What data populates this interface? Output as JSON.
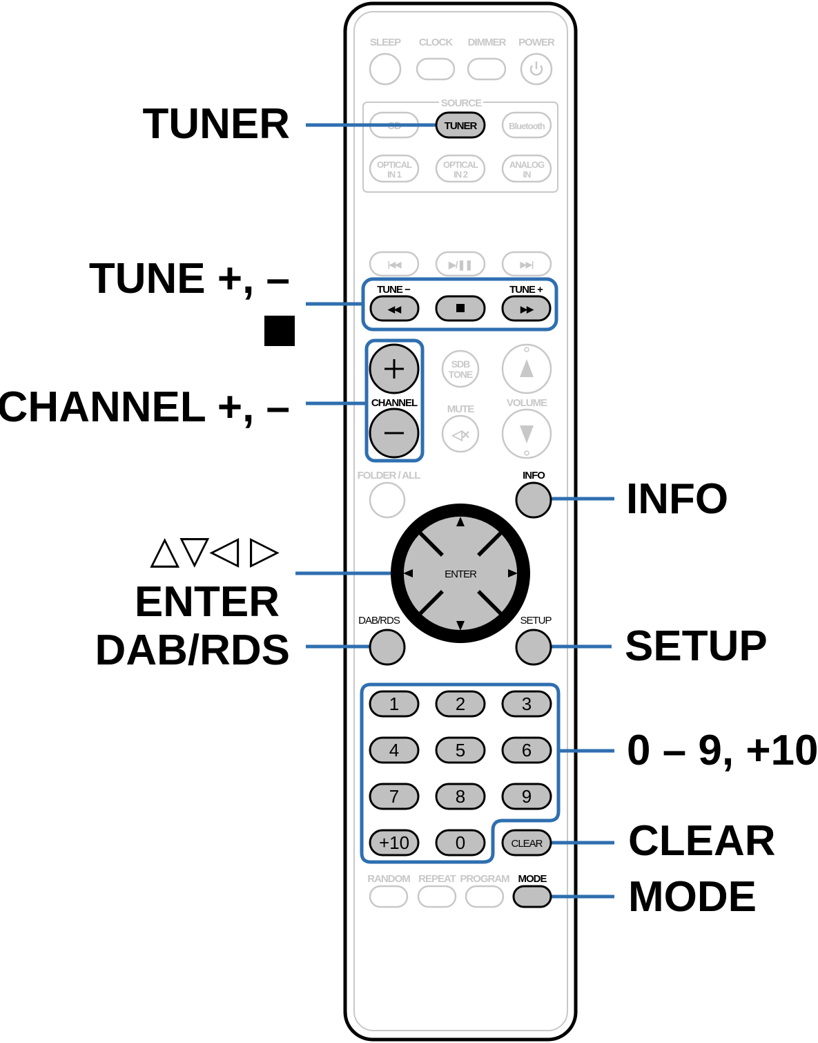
{
  "colors": {
    "accent": "#2e6fb0",
    "button_active": "#c0c0c0",
    "button_inactive": "#c8c8c8"
  },
  "remote": {
    "top_labels": [
      "SLEEP",
      "CLOCK",
      "DIMMER",
      "POWER"
    ],
    "source_label": "SOURCE",
    "source_row1": [
      "CD",
      "TUNER",
      "Bluetooth"
    ],
    "source_row2": [
      [
        "OPTICAL",
        "IN 1"
      ],
      [
        "OPTICAL",
        "IN 2"
      ],
      [
        "ANALOG",
        "IN"
      ]
    ],
    "tune_minus": "TUNE −",
    "tune_plus": "TUNE +",
    "channel": "CHANNEL",
    "sdb_tone": [
      "SDB",
      "TONE"
    ],
    "mute": "MUTE",
    "volume": "VOLUME",
    "folder_all": "FOLDER / ALL",
    "info": "INFO",
    "enter": "ENTER",
    "dab_rds": "DAB/RDS",
    "setup": "SETUP",
    "numbers": [
      "1",
      "2",
      "3",
      "4",
      "5",
      "6",
      "7",
      "8",
      "9",
      "+10",
      "0"
    ],
    "clear": "CLEAR",
    "bottom_labels": [
      "RANDOM",
      "REPEAT",
      "PROGRAM",
      "MODE"
    ]
  },
  "callouts": {
    "tuner": "TUNER",
    "tune": "TUNE +, –",
    "channel": "CHANNEL +, –",
    "info": "INFO",
    "arrows": "△▽◁ ▷",
    "enter": "ENTER",
    "dab_rds": "DAB/RDS",
    "setup": "SETUP",
    "numbers": "0 – 9, +10",
    "clear": "CLEAR",
    "mode": "MODE"
  }
}
